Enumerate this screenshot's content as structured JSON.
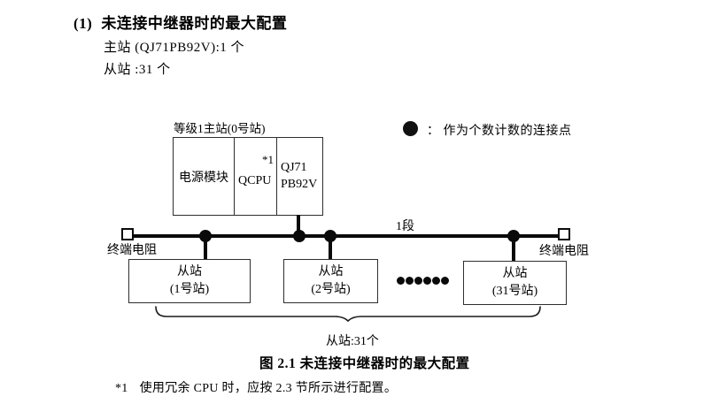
{
  "section": {
    "number": "(1)",
    "title": "未连接中继器时的最大配置",
    "master_count_line": "主站 (QJ71PB92V):1 个",
    "slave_count_line": "从站 :31 个"
  },
  "diagram": {
    "master_label": "等级1主站(0号站)",
    "master_cells": {
      "power": "电源模块",
      "cpu": "QCPU",
      "cpu_note": "*1",
      "pb_line1": "QJ71",
      "pb_line2": "PB92V"
    },
    "legend_text": "：  作为个数计数的连接点",
    "segment_label": "1段",
    "terminator_left": "终端电阻",
    "terminator_right": "终端电阻",
    "slaves": [
      {
        "name": "从站",
        "station": "(1号站)"
      },
      {
        "name": "从站",
        "station": "(2号站)"
      },
      {
        "name": "从站",
        "station": "(31号站)"
      }
    ],
    "brace_label": "从站:31个"
  },
  "caption": "图 2.1 未连接中继器时的最大配置",
  "footnote": {
    "marker": "*1",
    "text": "使用冗余 CPU 时，应按 2.3 节所示进行配置。"
  },
  "colors": {
    "background": "#ffffff",
    "text": "#000000",
    "line": "#0a0a0a",
    "box_border": "#2e2e2e"
  }
}
